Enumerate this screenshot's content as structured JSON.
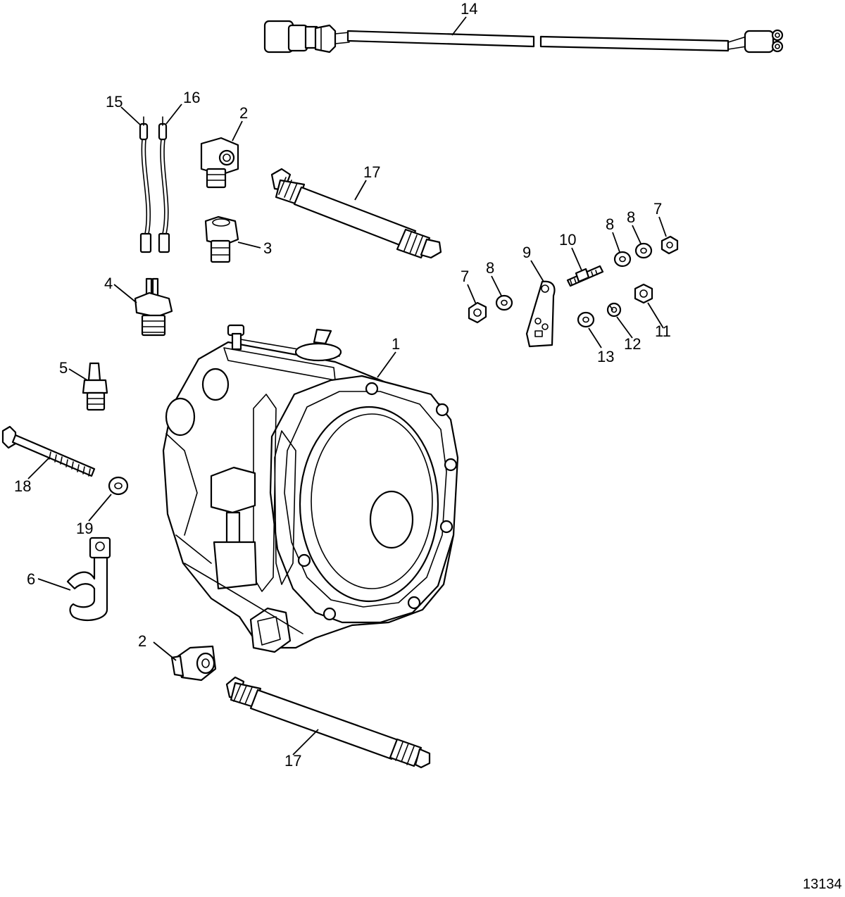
{
  "figure_id": "13134",
  "callouts": {
    "c1": "1",
    "c2a": "2",
    "c2b": "2",
    "c3": "3",
    "c4": "4",
    "c5": "5",
    "c6": "6",
    "c7a": "7",
    "c7b": "7",
    "c8a": "8",
    "c8b": "8",
    "c8c": "8",
    "c9": "9",
    "c10": "10",
    "c11": "11",
    "c12": "12",
    "c13": "13",
    "c14": "14",
    "c15": "15",
    "c16": "16",
    "c17a": "17",
    "c17b": "17",
    "c18": "18",
    "c19": "19"
  }
}
